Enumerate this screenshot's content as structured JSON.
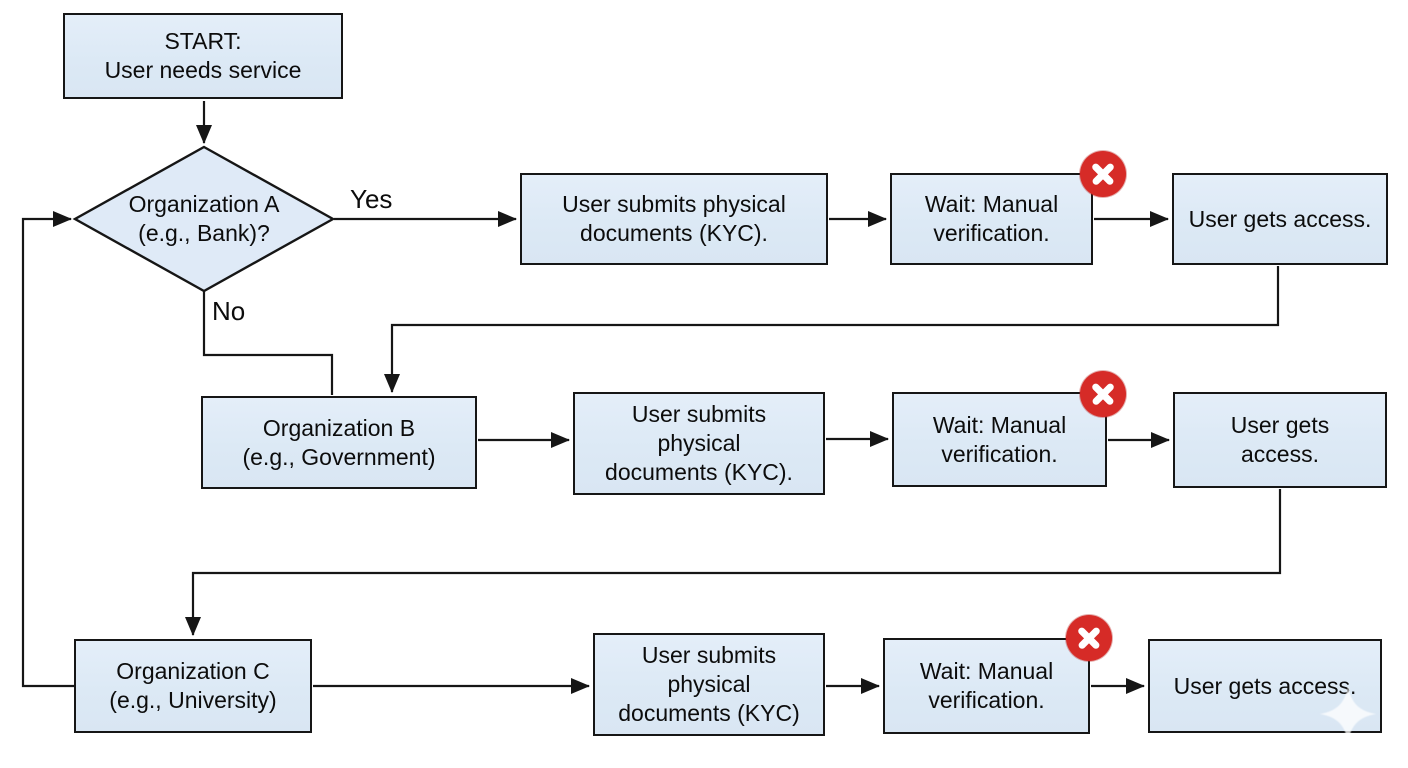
{
  "diagram_type": "flowchart",
  "colors": {
    "node_fill": "#dce9f5",
    "node_border": "#161616",
    "line_color": "#161616",
    "text_color": "#0c0c0c",
    "badge_background": "#d62b27",
    "badge_glyph_color": "#ffffff",
    "background": "#ffffff"
  },
  "icons": {
    "badge": "x-icon",
    "watermark": "sparkle-icon"
  },
  "nodes": {
    "start": {
      "lines": [
        "START:",
        "User needs service"
      ]
    },
    "decision_a": {
      "lines": [
        "Organization A",
        "(e.g., Bank)?"
      ]
    },
    "kyc1": {
      "lines": [
        "User submits physical",
        "documents (KYC)."
      ]
    },
    "wait1": {
      "lines": [
        "Wait: Manual",
        "verification."
      ]
    },
    "access1": {
      "lines": [
        "User gets access."
      ]
    },
    "org_b": {
      "lines": [
        "Organization B",
        "(e.g., Government)"
      ]
    },
    "kyc2": {
      "lines": [
        "User submits",
        "physical",
        "documents (KYC)."
      ]
    },
    "wait2": {
      "lines": [
        "Wait: Manual",
        "verification."
      ]
    },
    "access2": {
      "lines": [
        "User gets",
        "access."
      ]
    },
    "org_c": {
      "lines": [
        "Organization C",
        "(e.g., University)"
      ]
    },
    "kyc3": {
      "lines": [
        "User submits",
        "physical",
        "documents (KYC)"
      ]
    },
    "wait3": {
      "lines": [
        "Wait: Manual",
        "verification."
      ]
    },
    "access3": {
      "lines": [
        "User gets access."
      ]
    }
  },
  "edge_labels": {
    "yes": "Yes",
    "no": "No"
  }
}
